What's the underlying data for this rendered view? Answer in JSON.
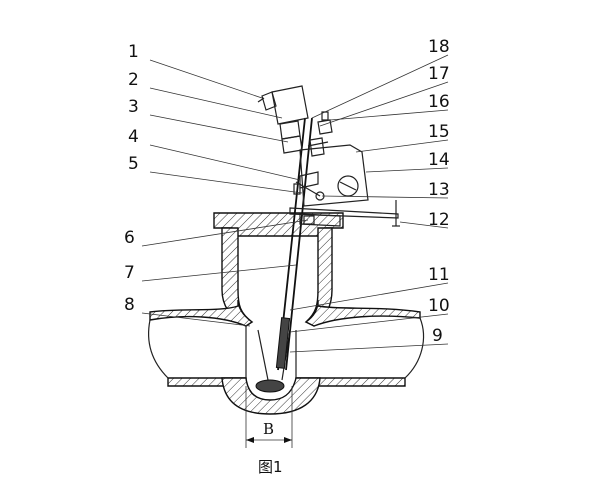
{
  "figure": {
    "caption": "图1",
    "dimension_label": "B"
  },
  "labels_left": [
    {
      "id": "1",
      "text": "1"
    },
    {
      "id": "2",
      "text": "2"
    },
    {
      "id": "3",
      "text": "3"
    },
    {
      "id": "4",
      "text": "4"
    },
    {
      "id": "5",
      "text": "5"
    },
    {
      "id": "6",
      "text": "6"
    },
    {
      "id": "7",
      "text": "7"
    },
    {
      "id": "8",
      "text": "8"
    }
  ],
  "labels_right": [
    {
      "id": "18",
      "text": "18"
    },
    {
      "id": "17",
      "text": "17"
    },
    {
      "id": "16",
      "text": "16"
    },
    {
      "id": "15",
      "text": "15"
    },
    {
      "id": "14",
      "text": "14"
    },
    {
      "id": "13",
      "text": "13"
    },
    {
      "id": "12",
      "text": "12"
    },
    {
      "id": "11",
      "text": "11"
    },
    {
      "id": "10",
      "text": "10"
    },
    {
      "id": "9",
      "text": "9"
    }
  ]
}
